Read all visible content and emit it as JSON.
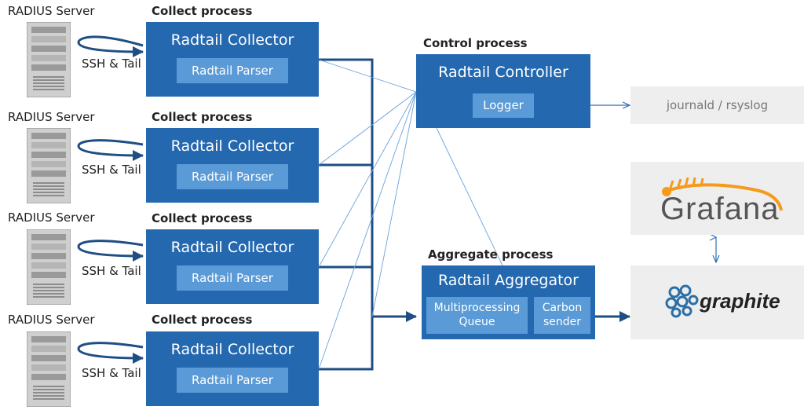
{
  "servers": [
    {
      "label": "RADIUS Server",
      "link": "SSH & Tail",
      "process": "Collect process",
      "collector": "Radtail Collector",
      "parser": "Radtail Parser"
    },
    {
      "label": "RADIUS Server",
      "link": "SSH & Tail",
      "process": "Collect process",
      "collector": "Radtail Collector",
      "parser": "Radtail Parser"
    },
    {
      "label": "RADIUS Server",
      "link": "SSH & Tail",
      "process": "Collect process",
      "collector": "Radtail Collector",
      "parser": "Radtail Parser"
    },
    {
      "label": "RADIUS Server",
      "link": "SSH & Tail",
      "process": "Collect process",
      "collector": "Radtail Collector",
      "parser": "Radtail Parser"
    }
  ],
  "controller": {
    "process": "Control process",
    "title": "Radtail Controller",
    "logger": "Logger"
  },
  "aggregator": {
    "process": "Aggregate process",
    "title": "Radtail Aggregator",
    "queue": "Multiprocessing Queue",
    "sender": "Carbon sender"
  },
  "sinks": {
    "log": "journald / rsyslog",
    "grafana": "Grafana",
    "graphite": "graphite"
  },
  "colors": {
    "box": "#2468b0",
    "inner": "#5a9ad6",
    "arrow": "#1f4e84",
    "thin": "#5b9bd5",
    "grafana_orange": "#f59a1b",
    "graphite_blue": "#2c6fa6"
  }
}
